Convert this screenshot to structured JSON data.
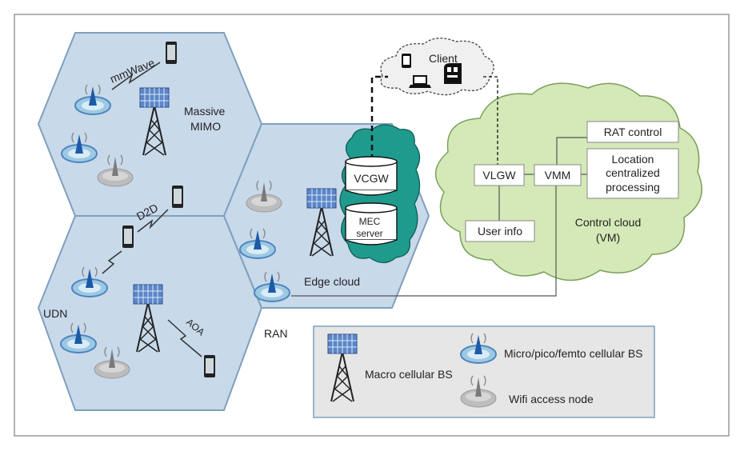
{
  "colors": {
    "hex_fill": "#c8d9ea",
    "hex_stroke": "#7fa0bd",
    "control_cloud": "#d4e9b7",
    "control_cloud_stroke": "#7aa05a",
    "edge_cloud": "#1f9b8e",
    "client_cloud": "#f0f0f0",
    "legend_bg": "#e6e6e6",
    "tower_blue": "#5b86c8",
    "bs_ring": "#9ec9e2"
  },
  "labels": {
    "mmwave": "mmWave",
    "massive_mimo_line1": "Massive",
    "massive_mimo_line2": "MIMO",
    "d2d": "D2D",
    "udn": "UDN",
    "aoa": "AOA",
    "ran": "RAN",
    "edge_cloud": "Edge cloud",
    "client": "Client",
    "vcgw": "VCGW",
    "mec_line1": "MEC",
    "mec_line2": "server",
    "vlgw": "VLGW",
    "vmm": "VMM",
    "rat_control": "RAT control",
    "location_line1": "Location",
    "location_line2": "centralized",
    "location_line3": "processing",
    "user_info": "User info",
    "control_cloud_line1": "Control cloud",
    "control_cloud_line2": "(VM)"
  },
  "legend": {
    "macro": "Macro cellular BS",
    "micro": "Micro/pico/femto cellular BS",
    "wifi": "Wifi access node"
  }
}
